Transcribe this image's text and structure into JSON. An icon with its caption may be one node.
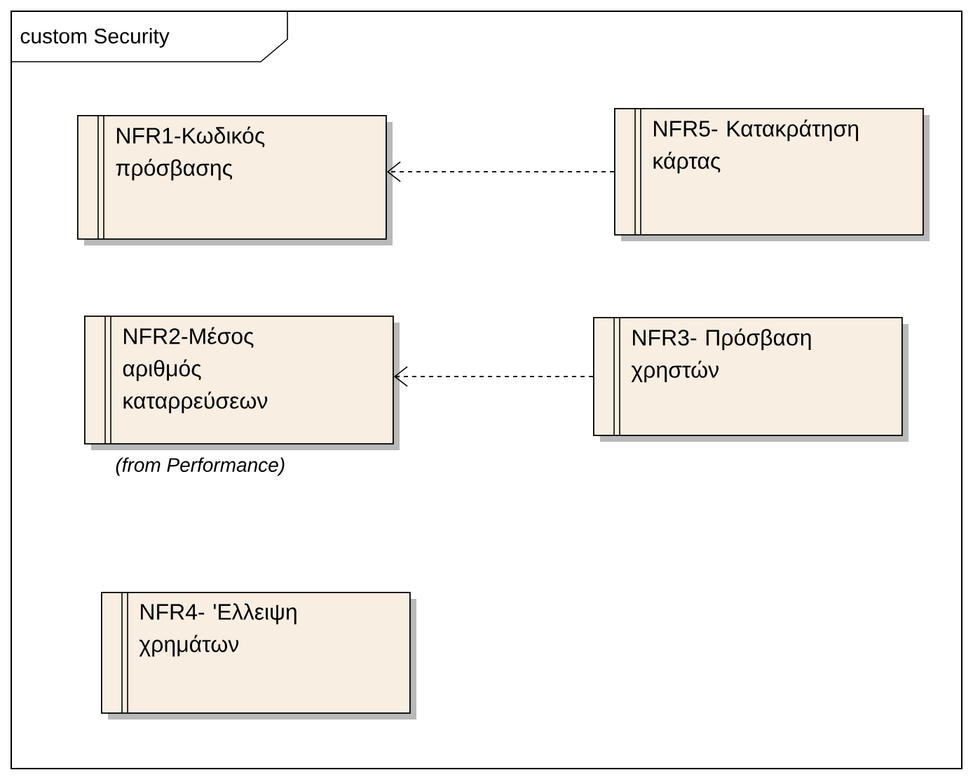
{
  "diagram": {
    "nodes": [
      {
        "text": [
          "custom Security"
        ]
      },
      {
        "text": [
          "NFR1-Κωδικός πρόσβασης"
        ],
        "in": 0
      },
      {
        "text": [
          "NFR5- Κατακράτηση κάρτας"
        ],
        "in": 0
      },
      {
        "text": [
          "NFR2-Μέσος αριθμός καταρρεύσεων"
        ],
        "in": 0,
        "beside": [
          "(from Performance)"
        ]
      },
      {
        "text": [
          "NFR3- Πρόσβαση χρηστών"
        ],
        "in": 0
      },
      {
        "text": [
          "NFR4- 'Ελλειψη χρημάτων"
        ],
        "in": 0
      }
    ],
    "edges": [
      {
        "from": 2,
        "to": 1,
        "arrow": "to",
        "style": "dashed"
      },
      {
        "from": 4,
        "to": 3,
        "arrow": "to",
        "style": "dashed"
      }
    ]
  }
}
